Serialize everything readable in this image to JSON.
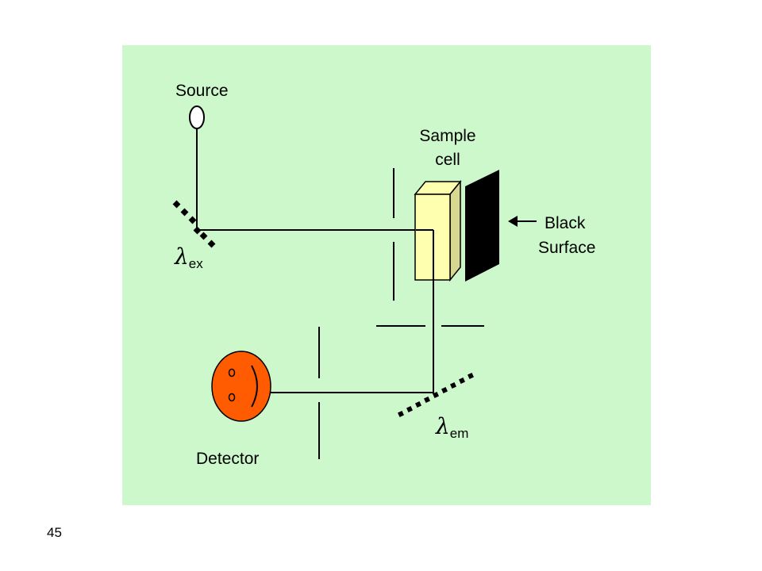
{
  "colors": {
    "panel_bg": "#ccf8cc",
    "sample_cell_front": "#ffffb0",
    "sample_cell_side": "#d8d890",
    "detector_fill": "#ff5b00",
    "black_surface": "#000000",
    "line": "#000000"
  },
  "labels": {
    "source": "Source",
    "sample_cell_line1": "Sample",
    "sample_cell_line2": "cell",
    "black_surface_line1": "Black",
    "black_surface_line2": "Surface",
    "lambda_symbol": "λ",
    "lambda_ex_subscript": "ex",
    "lambda_em_subscript": "em",
    "detector": "Detector"
  },
  "slide_number": "45"
}
